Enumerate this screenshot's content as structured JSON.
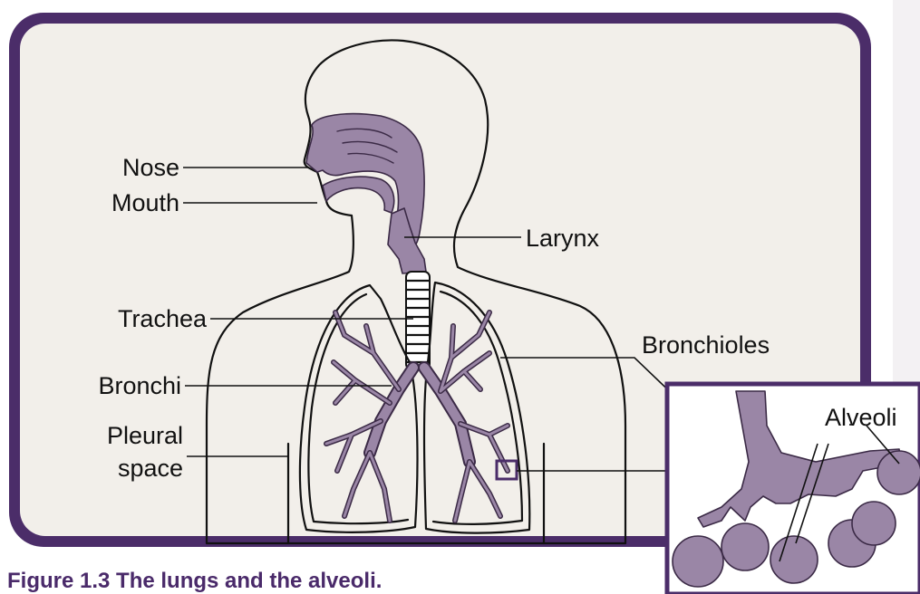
{
  "labels": {
    "nose": "Nose",
    "mouth": "Mouth",
    "larynx": "Larynx",
    "trachea": "Trachea",
    "bronchi": "Bronchi",
    "bronchioles": "Bronchioles",
    "pleural_line1": "Pleural",
    "pleural_line2": "space",
    "alveoli": "Alveoli"
  },
  "caption": "Figure 1.3 The lungs and the alveoli.",
  "colors": {
    "frame": "#4b2d69",
    "panel": "#f2efea",
    "airway": "#9a86a6",
    "outline": "#111111",
    "caption": "#4a2a6a"
  }
}
